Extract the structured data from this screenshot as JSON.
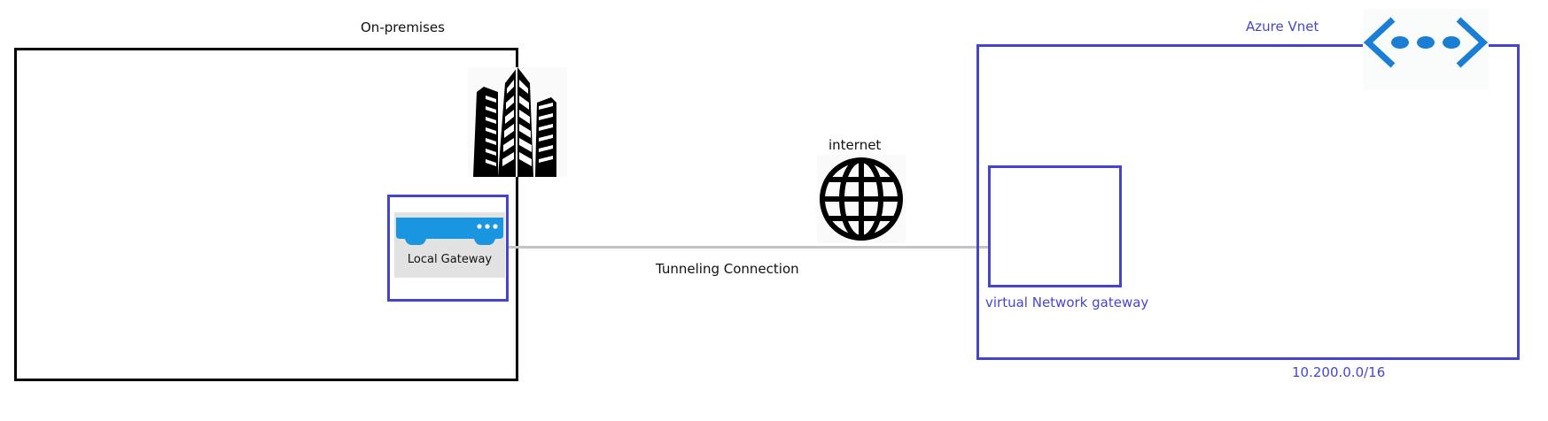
{
  "on_premises": {
    "title": "On-premises",
    "building_icon": "office-buildings-icon",
    "local_gateway": {
      "label": "Local Gateway",
      "icon": "router-icon"
    }
  },
  "connection": {
    "label": "Tunneling Connection",
    "internet_label": "internet",
    "internet_icon": "globe-icon"
  },
  "azure_vnet": {
    "title": "Azure Vnet",
    "icon": "virtual-network-icon",
    "gateway_label": "virtual Network gateway",
    "address_space": "10.200.0.0/16"
  },
  "colors": {
    "azure_blue": "#4444cc",
    "icon_blue": "#1a7fd4",
    "line_grey": "#c4c4c4",
    "on_prem_border": "#000000"
  }
}
